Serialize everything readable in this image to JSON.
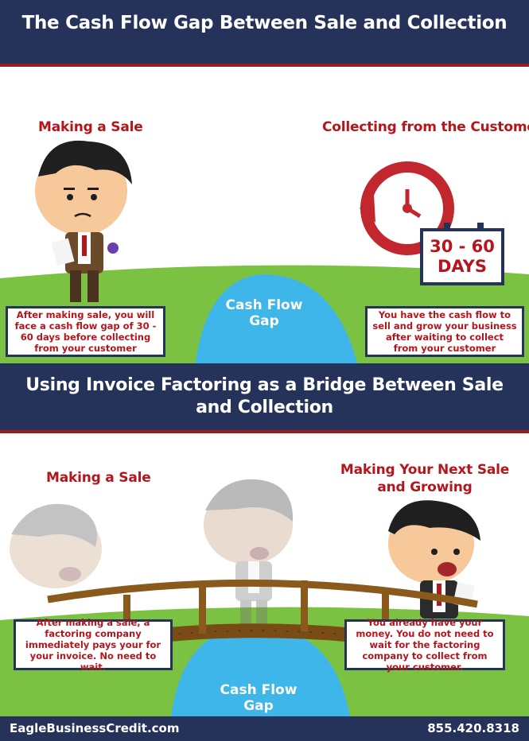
{
  "header": {
    "title": "The Cash Flow Gap Between Sale and Collection"
  },
  "top_section": {
    "left_title": "Making a Sale",
    "right_title": "Collecting from the Customer",
    "gap_label": "Cash Flow Gap",
    "calendar_text": "30 - 60 DAYS",
    "left_caption": "After making sale, you will face a cash flow gap of 30 - 60 days before collecting from your customer",
    "right_caption": "You have the cash flow to sell and grow your business after waiting to collect from your customer"
  },
  "middle_banner": {
    "title": "Using Invoice Factoring as a Bridge Between Sale and Collection"
  },
  "bottom_section": {
    "left_title": "Making a Sale",
    "right_title": "Making Your Next Sale and Growing",
    "gap_label": "Cash Flow Gap",
    "left_caption": "After making a sale, a factoring company immediately pays your for your invoice. No need to wait.",
    "right_caption": "You already have your money. You do not need to wait for the factoring company to collect from your customer."
  },
  "footer": {
    "website": "EagleBusinessCredit.com",
    "phone": "855.420.8318"
  },
  "colors": {
    "navy": "#25325a",
    "red": "#b3161c",
    "grass": "#7cc242",
    "water": "#3fb6ea",
    "bridge": "#8a5a1c"
  }
}
